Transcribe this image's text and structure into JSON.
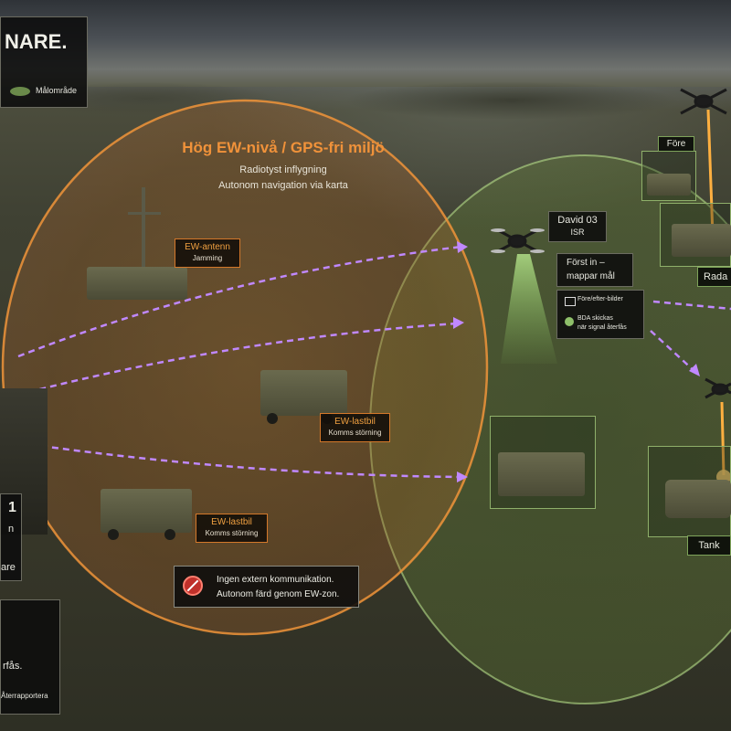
{
  "legend_panel": {
    "title_fragment": "NARE.",
    "target_area_label": "Målområde"
  },
  "ew_zone": {
    "title": "Hög EW-nivå / GPS-fri miljö",
    "line1": "Radiotyst inflygning",
    "line2": "Autonom navigation via karta"
  },
  "labels": {
    "ew_antenna": {
      "title": "EW-antenn",
      "sub": "Jamming"
    },
    "ew_truck_1": {
      "title": "EW-lastbil",
      "sub": "Komms störning"
    },
    "ew_truck_2": {
      "title": "EW-lastbil",
      "sub": "Komms störning"
    },
    "no_comms": {
      "line1": "Ingen extern kommunikation.",
      "line2": "Autonom färd genom EW-zon."
    }
  },
  "drone_label": {
    "name": "David 03",
    "role": "ISR"
  },
  "mapping_panel": {
    "title_line1": "Först in –",
    "title_line2": "mappar mål",
    "item1": "Före/efter-bilder",
    "item2_line1": "BDA skickas",
    "item2_line2": "när signal återfås"
  },
  "targets": {
    "before_label": "Före",
    "radar_label": "Rada",
    "tank_label": "Tank"
  },
  "left_panels": {
    "mid_fragment_1": "1",
    "mid_fragment_2": "n",
    "mid_fragment_3": "are",
    "bottom_fragment_1": "rfås.",
    "bottom_fragment_2": "Återrapportera"
  },
  "colors": {
    "ew_zone": "#e0843a",
    "green_zone": "#8fc06a",
    "flight_path": "#b77bff",
    "strike": "#ffb040"
  }
}
